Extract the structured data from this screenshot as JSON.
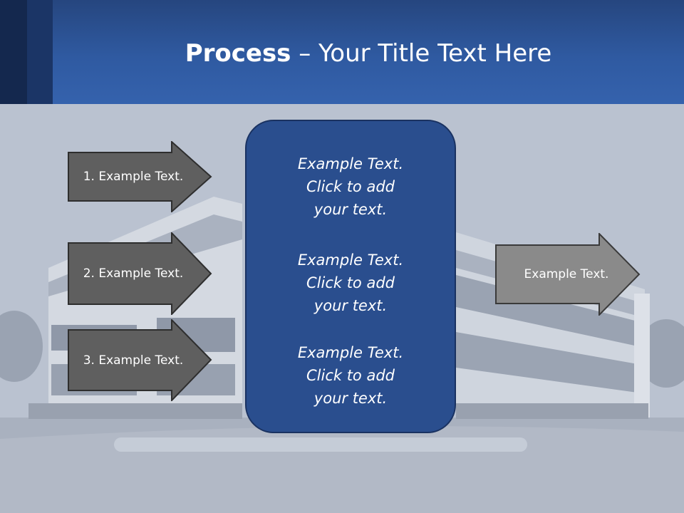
{
  "title": {
    "bold": "Process",
    "rest": " – Your Title Text Here"
  },
  "left_arrows": [
    {
      "label": "1. Example Text."
    },
    {
      "label": "2. Example Text."
    },
    {
      "label": "3. Example Text."
    }
  ],
  "center_box": {
    "items": [
      {
        "line1": "Example Text.",
        "line2": "Click  to add",
        "line3": "your text."
      },
      {
        "line1": "Example Text.",
        "line2": "Click  to add",
        "line3": "your text."
      },
      {
        "line1": "Example Text.",
        "line2": "Click  to add",
        "line3": "your text."
      }
    ]
  },
  "right_arrow": {
    "label": "Example Text."
  },
  "colors": {
    "header": "#2f5aa1",
    "arrow_dark": "#5f5f5f",
    "arrow_light": "#8a8a8a",
    "box": "#2a4e8e"
  }
}
